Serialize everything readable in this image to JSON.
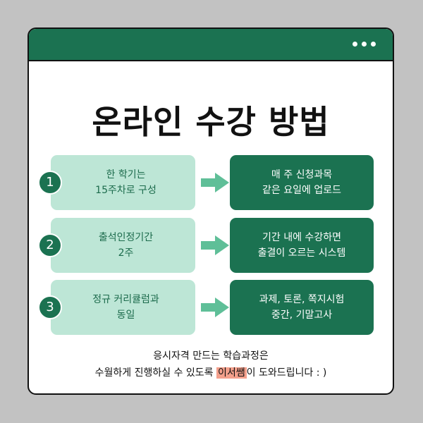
{
  "window": {
    "menu_icon": "more-dots-icon"
  },
  "title": "온라인 수강 방법",
  "steps": [
    {
      "number": "1",
      "left_lines": [
        "한 학기는",
        "15주차로 구성"
      ],
      "right_lines": [
        "매 주 신청과목",
        "같은 요일에 업로드"
      ]
    },
    {
      "number": "2",
      "left_lines": [
        "출석인정기간",
        "2주"
      ],
      "right_lines": [
        "기간 내에 수강하면",
        "출결이 오르는 시스템"
      ]
    },
    {
      "number": "3",
      "left_lines": [
        "정규 커리큘럼과",
        "동일"
      ],
      "right_lines": [
        "과제, 토론, 쪽지시험",
        "중간, 기말고사"
      ]
    }
  ],
  "footer": {
    "line1": "응시자격 만드는 학습과정은",
    "line2_before": "수월하게 진행하실 수 있도록 ",
    "line2_highlight": "이서쌤",
    "line2_after": "이 도와드립니다 : )"
  },
  "colors": {
    "background": "#c2c2c2",
    "brand_green": "#1b7251",
    "light_green": "#bde6d6",
    "arrow_green": "#5fbf98",
    "highlight": "#f4a08c"
  }
}
